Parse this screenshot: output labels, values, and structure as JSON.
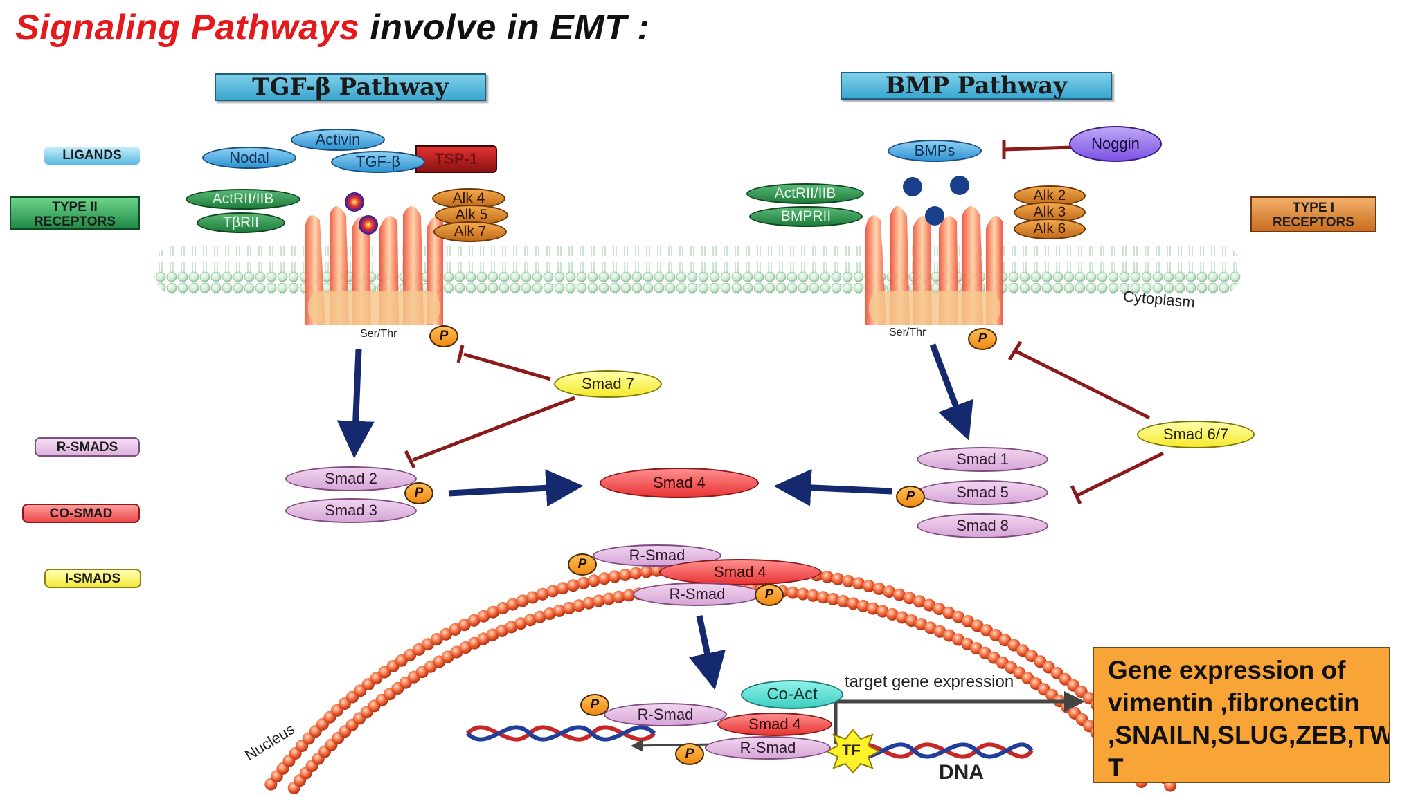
{
  "title": {
    "part1": "Signaling Pathways",
    "part2": " involve in EMT :"
  },
  "pathways": {
    "tgf": "TGF-β Pathway",
    "bmp": "BMP Pathway"
  },
  "side_labels": {
    "ligands": "LIGANDS",
    "type2_line1": "TYPE II",
    "type2_line2": "RECEPTORS",
    "type1_line1": "TYPE I",
    "type1_line2": "RECEPTORS",
    "rsmads": "R-SMADS",
    "cosmad": "CO-SMAD",
    "ismads": "I-SMADS"
  },
  "tgf_ligands": {
    "activin": "Activin",
    "nodal": "Nodal",
    "tgfb": "TGF-β",
    "tsp": "TSP-1"
  },
  "tgf_receptors": {
    "actrii": "ActRII/IIB",
    "tbrii": "TβRII",
    "alk4": "Alk 4",
    "alk5": "Alk 5",
    "alk7": "Alk 7"
  },
  "bmp_ligands": {
    "bmps": "BMPs",
    "noggin": "Noggin"
  },
  "bmp_receptors": {
    "actrii": "ActRII/IIB",
    "bmprii": "BMPRII",
    "alk2": "Alk 2",
    "alk3": "Alk 3",
    "alk6": "Alk 6"
  },
  "labels": {
    "ser_thr_left": "Ser/Thr",
    "ser_thr_right": "Ser/Thr",
    "cytoplasm": "Cytoplasm",
    "nucleus": "Nucleus",
    "dna": "DNA",
    "target": "target gene expression",
    "p": "P"
  },
  "smads": {
    "smad7": "Smad 7",
    "smad2": "Smad 2",
    "smad3": "Smad 3",
    "smad4": "Smad 4",
    "smad1": "Smad 1",
    "smad5": "Smad 5",
    "smad8": "Smad 8",
    "smad67": "Smad 6/7"
  },
  "complex": {
    "rsmad": "R-Smad",
    "smad4": "Smad 4",
    "coact": "Co-Act",
    "tf": "TF"
  },
  "gene_box": {
    "line1": "Gene expression of",
    "line2": "vimentin ,fibronectin",
    "line3": ",SNAILN,SLUG,ZEB,TWIS",
    "line4": "T"
  },
  "colors": {
    "title_red": "#e3191c",
    "arrow_blue": "#152a6e",
    "inhibit_red": "#8b1a1a",
    "gene_box": "#f9a436"
  }
}
